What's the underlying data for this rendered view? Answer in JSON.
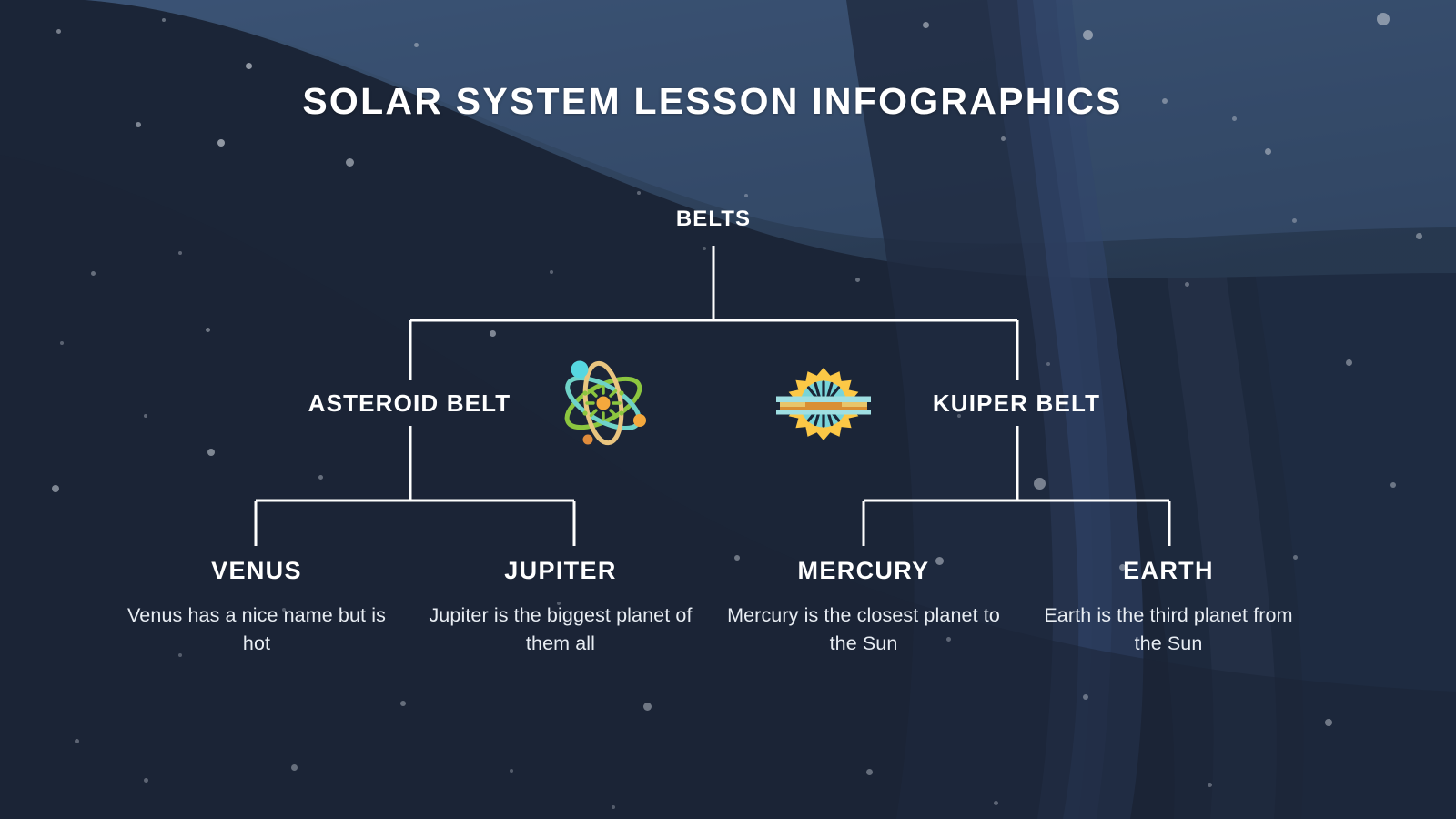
{
  "page": {
    "title": "SOLAR SYSTEM LESSON INFOGRAPHICS",
    "background_color": "#1b2537",
    "accent_line_color": "#ffffff",
    "text_color": "#ffffff",
    "body_text_color": "#e8edf3"
  },
  "diagram": {
    "type": "hierarchy-tree",
    "root": {
      "label": "BELTS"
    },
    "branches": [
      {
        "label": "ASTEROID BELT",
        "side": "left"
      },
      {
        "label": "KUIPER BELT",
        "side": "right"
      }
    ],
    "icons": [
      {
        "name": "atom-icon",
        "colors": [
          "#6fd3c8",
          "#8cc63f",
          "#e9c57f",
          "#f2a13c"
        ]
      },
      {
        "name": "sun-icon",
        "colors": [
          "#fcc846",
          "#f7b733",
          "#79d4d8",
          "#1b2537"
        ]
      }
    ],
    "leaves": [
      {
        "title": "VENUS",
        "description": "Venus has a nice name but is hot"
      },
      {
        "title": "JUPITER",
        "description": "Jupiter is the biggest planet of them all"
      },
      {
        "title": "MERCURY",
        "description": "Mercury is the closest planet to the Sun"
      },
      {
        "title": "EARTH",
        "description": "Earth is the third planet from the Sun"
      }
    ]
  }
}
